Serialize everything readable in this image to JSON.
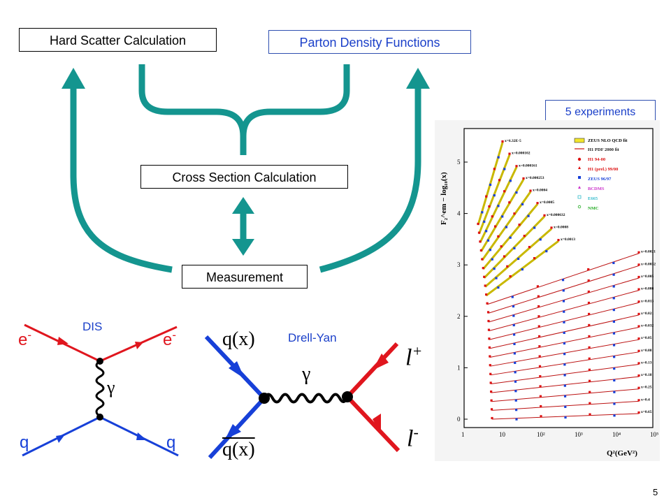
{
  "flow": {
    "hard_scatter": "Hard Scatter Calculation",
    "pdf": "Parton Density Functions",
    "cross_section": "Cross Section Calculation",
    "measurement": "Measurement"
  },
  "colors": {
    "arrow": "#14958f",
    "electron": "#e0161e",
    "quark": "#1740d8",
    "pdf_text": "#1a3fc9"
  },
  "dis": {
    "title": "DIS",
    "e_in": "e",
    "e_out": "e",
    "charge": "-",
    "boson": "γ",
    "q_in": "q",
    "q_out": "q"
  },
  "drell_yan": {
    "title": "Drell-Yan",
    "q": "q(x)",
    "qbar": "q(x)",
    "boson": "γ",
    "l_plus": "l",
    "l_minus": "l",
    "plus": "+",
    "minus": "-"
  },
  "plot": {
    "badge": "5 experiments",
    "ylabel": "F₂^em − log₁₀(x)",
    "xlabel": "Q²(GeV²)",
    "y_ticks": [
      "0",
      "1",
      "2",
      "3",
      "4",
      "5"
    ],
    "x_ticks": [
      "1",
      "10",
      "10²",
      "10³",
      "10⁴",
      "10⁵"
    ],
    "legend": [
      "ZEUS NLO QCD fit",
      "H1 PDF 2000 fit",
      "H1 94-00",
      "H1 (prel.) 99/00",
      "ZEUS 96/97",
      "BCDMS",
      "E665",
      "NMC"
    ],
    "x_labels": [
      "x=6.32E-5",
      "x=0.000102",
      "x=0.000161",
      "x=0.000253",
      "x=0.0004",
      "x=0.0005",
      "x=0.000632",
      "x=0.0008",
      "x=0.0013",
      "x=0.0021",
      "x=0.0032",
      "x=0.005",
      "x=0.008",
      "x=0.013",
      "x=0.021",
      "x=0.032",
      "x=0.05",
      "x=0.08",
      "x=0.13",
      "x=0.18",
      "x=0.25",
      "x=0.4",
      "x=0.65"
    ]
  },
  "page_number": "5"
}
